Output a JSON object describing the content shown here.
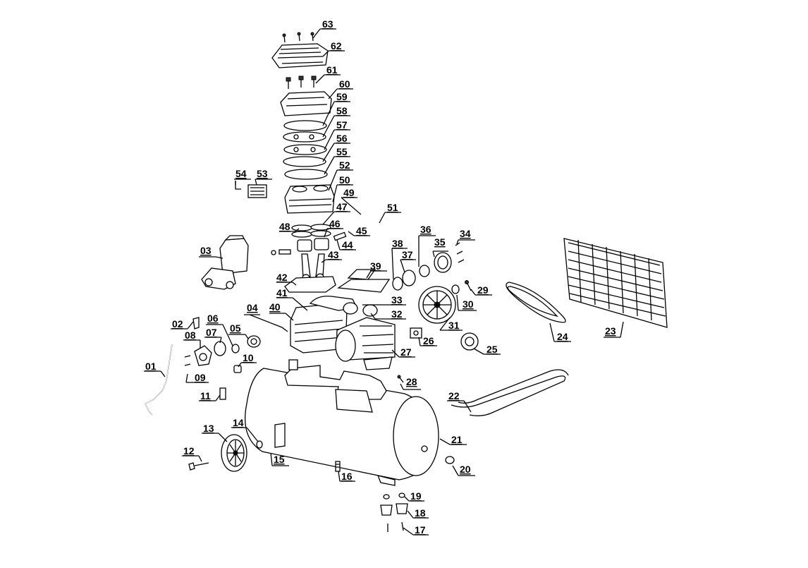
{
  "diagram": {
    "type": "exploded-parts-view",
    "part_numbers": [
      "01",
      "02",
      "03",
      "04",
      "05",
      "06",
      "07",
      "08",
      "09",
      "10",
      "11",
      "12",
      "13",
      "14",
      "15",
      "16",
      "17",
      "18",
      "19",
      "20",
      "21",
      "22",
      "23",
      "24",
      "25",
      "26",
      "27",
      "28",
      "29",
      "30",
      "31",
      "32",
      "33",
      "34",
      "35",
      "36",
      "37",
      "38",
      "39",
      "40",
      "41",
      "42",
      "43",
      "44",
      "45",
      "46",
      "47",
      "48",
      "49",
      "50",
      "51",
      "52",
      "53",
      "54",
      "55",
      "56",
      "57",
      "58",
      "59",
      "60",
      "61",
      "62",
      "63"
    ]
  }
}
